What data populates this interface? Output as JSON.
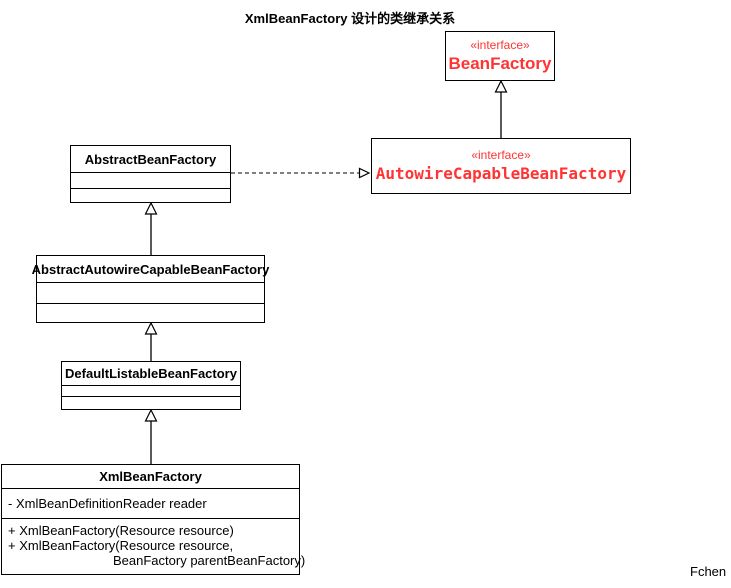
{
  "title": "XmlBeanFactory 设计的类继承关系",
  "signature": "Fchen",
  "colors": {
    "interface_text": "#ff3333",
    "class_text": "#000000",
    "border": "#000000",
    "background": "#ffffff"
  },
  "interfaces": {
    "bean_factory": {
      "stereotype": "«interface»",
      "name": "BeanFactory"
    },
    "autowire_capable_bean_factory": {
      "stereotype": "«interface»",
      "name": "AutowireCapableBeanFactory"
    }
  },
  "classes": {
    "abstract_bean_factory": {
      "name": "AbstractBeanFactory",
      "fields": [],
      "methods": []
    },
    "abstract_autowire_capable_bean_factory": {
      "name": "AbstractAutowireCapableBeanFactory",
      "fields": [],
      "methods": []
    },
    "default_listable_bean_factory": {
      "name": "DefaultListableBeanFactory",
      "fields": [],
      "methods": []
    },
    "xml_bean_factory": {
      "name": "XmlBeanFactory",
      "fields": [
        "- XmlBeanDefinitionReader reader"
      ],
      "methods": [
        "+ XmlBeanFactory(Resource resource)",
        "+ XmlBeanFactory(Resource resource,",
        "BeanFactory parentBeanFactory)"
      ]
    }
  },
  "relationships": [
    {
      "from": "AutowireCapableBeanFactory",
      "to": "BeanFactory",
      "type": "extends"
    },
    {
      "from": "AbstractBeanFactory",
      "to": "AutowireCapableBeanFactory",
      "type": "implements"
    },
    {
      "from": "AbstractAutowireCapableBeanFactory",
      "to": "AbstractBeanFactory",
      "type": "extends"
    },
    {
      "from": "DefaultListableBeanFactory",
      "to": "AbstractAutowireCapableBeanFactory",
      "type": "extends"
    },
    {
      "from": "XmlBeanFactory",
      "to": "DefaultListableBeanFactory",
      "type": "extends"
    }
  ]
}
